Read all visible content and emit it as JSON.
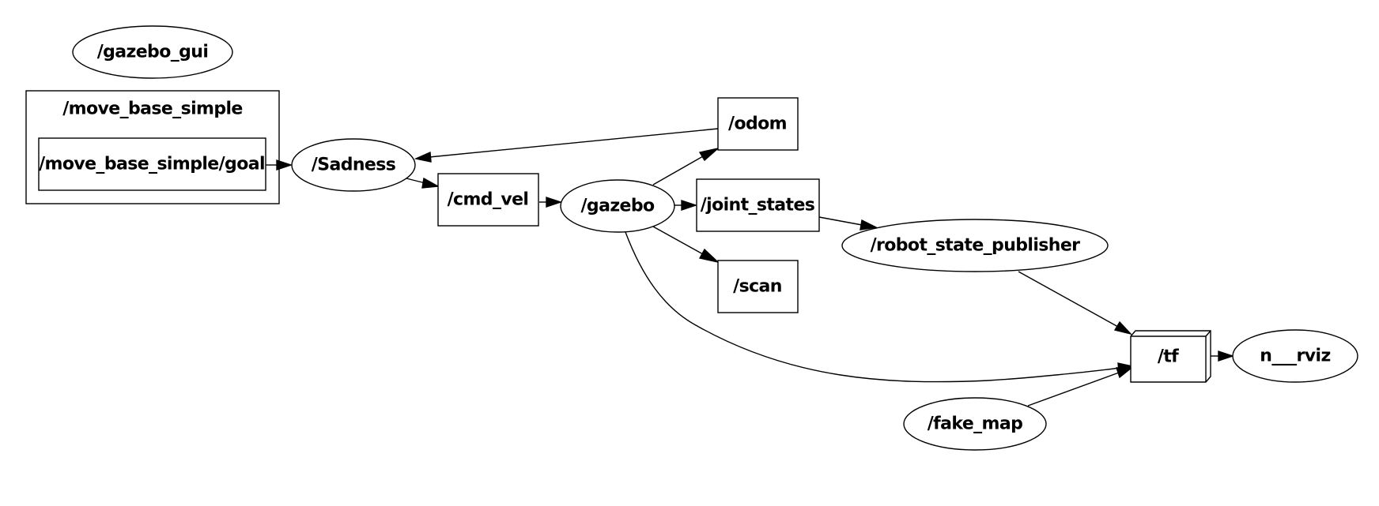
{
  "graph": {
    "cluster": {
      "label": "/move_base_simple"
    },
    "nodes": {
      "gazebo_gui": "/gazebo_gui",
      "goal": "/move_base_simple/goal",
      "sadness": "/Sadness",
      "cmd_vel": "/cmd_vel",
      "gazebo": "/gazebo",
      "odom": "/odom",
      "joint_states": "/joint_states",
      "scan": "/scan",
      "robot_state_publisher": "/robot_state_publisher",
      "tf": "/tf",
      "rviz": "n___rviz",
      "fake_map": "/fake_map"
    },
    "edges": [
      {
        "from": "/move_base_simple/goal",
        "to": "/Sadness"
      },
      {
        "from": "/odom",
        "to": "/Sadness"
      },
      {
        "from": "/Sadness",
        "to": "/cmd_vel"
      },
      {
        "from": "/cmd_vel",
        "to": "/gazebo"
      },
      {
        "from": "/gazebo",
        "to": "/odom"
      },
      {
        "from": "/gazebo",
        "to": "/joint_states"
      },
      {
        "from": "/gazebo",
        "to": "/scan"
      },
      {
        "from": "/gazebo",
        "to": "/tf"
      },
      {
        "from": "/joint_states",
        "to": "/robot_state_publisher"
      },
      {
        "from": "/robot_state_publisher",
        "to": "/tf"
      },
      {
        "from": "/fake_map",
        "to": "/tf"
      },
      {
        "from": "/tf",
        "to": "n___rviz"
      }
    ]
  }
}
